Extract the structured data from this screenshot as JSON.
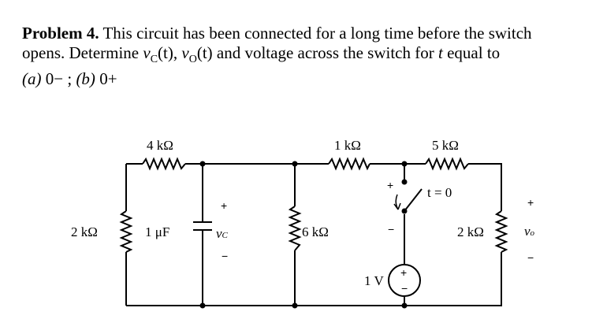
{
  "problem": {
    "heading": "Problem 4.",
    "line1": "This circuit has been connected for a long time before the switch",
    "line2_pre": "opens. Determine ",
    "vc_sym": "v",
    "vc_sub": "C",
    "time_arg": "(t)",
    "sep": ", ",
    "vo_sym": "v",
    "vo_sub": "O",
    "line2_post": " and voltage across the switch for ",
    "t_sym": "t",
    "line2_end": " equal to",
    "line3_a": "(a)",
    "line3_a_val": " 0− ; ",
    "line3_b": "(b)",
    "line3_b_val": " 0+"
  },
  "circuit": {
    "r_left": "2 kΩ",
    "r_top_left": "4 kΩ",
    "capacitor": "1 μF",
    "cap_voltage": "v",
    "cap_voltage_sub": "C",
    "r_middle": "6 kΩ",
    "r_top_middle": "1 kΩ",
    "r_top_right": "5 kΩ",
    "switch_label": "t = 0",
    "source": "1 V",
    "r_right": "2 kΩ",
    "out_voltage": "v",
    "out_voltage_sub": "o",
    "plus": "+",
    "minus": "−"
  }
}
